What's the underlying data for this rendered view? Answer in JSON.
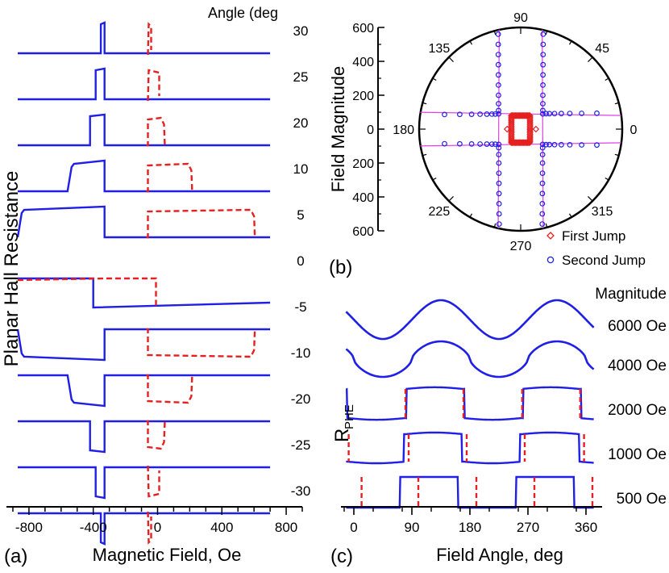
{
  "chart_data": [
    {
      "panel": "(a)",
      "type": "line",
      "xlabel": "Magnetic Field, Oe",
      "ylabel": "Planar Hall Resistance",
      "xlim": [
        -940,
        900
      ],
      "x_ticks": [
        "-800",
        "-400",
        "0",
        "400",
        "800"
      ],
      "x_tick_values": [
        -800,
        -400,
        0,
        400,
        800
      ],
      "angle_header": "Angle (deg",
      "colors": {
        "blue_series": "#1f1fe6",
        "red_dashed_series": "#e62020"
      },
      "traces": [
        {
          "angle": "30",
          "blue": {
            "start": -353,
            "end": -330,
            "sign": 1
          },
          "red": {
            "start": -60,
            "end": -40,
            "sign": 1
          }
        },
        {
          "angle": "25",
          "blue": {
            "start": -385,
            "end": -330,
            "sign": 1
          },
          "red": {
            "start": -60,
            "end": 10,
            "sign": 1
          }
        },
        {
          "angle": "20",
          "blue": {
            "start": -420,
            "end": -330,
            "sign": 1
          },
          "red": {
            "start": -60,
            "end": 40,
            "sign": 1
          }
        },
        {
          "angle": "10",
          "blue": {
            "start": -560,
            "end": -330,
            "sign": 1
          },
          "red": {
            "start": -60,
            "end": 210,
            "sign": 1
          }
        },
        {
          "angle": "5",
          "blue": {
            "start": -870,
            "end": -330,
            "sign": 1
          },
          "red": {
            "start": -60,
            "end": 600,
            "sign": 1
          }
        },
        {
          "angle": "0",
          "blue": {
            "start": -400,
            "end": 700,
            "sign": -1
          },
          "red": {
            "start": -860,
            "end": -10,
            "sign": 1
          }
        },
        {
          "angle": "-5",
          "blue": {
            "start": -870,
            "end": -330,
            "sign": -1
          },
          "red": {
            "start": -60,
            "end": 600,
            "sign": -1
          }
        },
        {
          "angle": "-10",
          "blue": {
            "start": -560,
            "end": -330,
            "sign": -1
          },
          "red": {
            "start": -60,
            "end": 210,
            "sign": -1
          }
        },
        {
          "angle": "-20",
          "blue": {
            "start": -420,
            "end": -330,
            "sign": -1
          },
          "red": {
            "start": -60,
            "end": 40,
            "sign": -1
          }
        },
        {
          "angle": "-25",
          "blue": {
            "start": -385,
            "end": -330,
            "sign": -1
          },
          "red": {
            "start": -60,
            "end": 10,
            "sign": -1
          }
        },
        {
          "angle": "-30",
          "blue": {
            "start": -353,
            "end": -330,
            "sign": -1
          },
          "red": {
            "start": -60,
            "end": -40,
            "sign": -1
          }
        }
      ]
    },
    {
      "panel": "(b)",
      "type": "scatter",
      "subtype": "polar",
      "ylabel": "Field Magnitude",
      "r_max": 600,
      "y_ticks": [
        "600",
        "400",
        "200",
        "0",
        "200",
        "400",
        "600"
      ],
      "angle_labels": [
        {
          "deg": 90,
          "label": "90"
        },
        {
          "deg": 135,
          "label": "135"
        },
        {
          "deg": 45,
          "label": "45"
        },
        {
          "deg": 180,
          "label": "180"
        },
        {
          "deg": 0,
          "label": "0"
        },
        {
          "deg": 225,
          "label": "225"
        },
        {
          "deg": 270,
          "label": "270"
        },
        {
          "deg": 315,
          "label": "315"
        }
      ],
      "fit_line_color": "#e040e0",
      "fit_lines": {
        "vertical_x": [
          -130,
          130
        ],
        "horizontal_y": [
          -90,
          90
        ]
      },
      "legend": [
        {
          "label": "First Jump",
          "marker": "diamond",
          "color": "#e62020"
        },
        {
          "label": "Second Jump",
          "marker": "circle",
          "color": "#2020e6"
        }
      ],
      "first_jump_box": {
        "x_range": [
          -55,
          55
        ],
        "y_range": [
          -80,
          80
        ]
      },
      "first_jump_outliers": [
        [
          -80,
          0
        ],
        [
          90,
          0
        ]
      ],
      "second_jump_vertical_y": [
        -560,
        -500,
        -440,
        -380,
        -320,
        -260,
        -200,
        -150,
        -110,
        -90,
        90,
        110,
        150,
        200,
        260,
        320,
        380,
        440,
        500,
        560
      ],
      "second_jump_horizontal_x": [
        -450,
        -360,
        -290,
        -240,
        -200,
        -170,
        -150,
        150,
        170,
        200,
        240,
        290,
        360,
        450
      ]
    },
    {
      "panel": "(c)",
      "type": "line",
      "xlabel": "Field Angle, deg",
      "ylabel_main": "R",
      "ylabel_sub": "PHE",
      "xlim": [
        -20,
        385
      ],
      "x_ticks": [
        "0",
        "90",
        "180",
        "270",
        "360"
      ],
      "x_tick_values": [
        0,
        90,
        180,
        270,
        360
      ],
      "magnitude_header": "Magnitude",
      "label_color": "#1e8c1e",
      "curves": [
        {
          "label": "6000 Oe",
          "kind": "sine",
          "sharp": 1.0
        },
        {
          "label": "4000 Oe",
          "kind": "sine",
          "sharp": 1.6
        },
        {
          "label": "2000 Oe",
          "kind": "square",
          "round": 9,
          "up": [
            82,
            263
          ],
          "down": [
            -10,
            172,
            353
          ],
          "red_up": [
            80,
            261
          ],
          "red_down": [
            170,
            351
          ]
        },
        {
          "label": "1000 Oe",
          "kind": "square",
          "round": 4,
          "up": [
            78,
            258
          ],
          "down": [
            -14,
            168,
            350
          ],
          "red_up": [
            85,
            265
          ],
          "red_down": [
            -8,
            175,
            357
          ]
        },
        {
          "label": "500 Oe",
          "kind": "square",
          "round": 2,
          "up": [
            72,
            252
          ],
          "down": [
            -20,
            162,
            342
          ],
          "red_up": [
            100,
            280
          ],
          "red_down": [
            12,
            190,
            370
          ]
        }
      ]
    }
  ],
  "panel_labels": {
    "a": "(a)",
    "b": "(b)",
    "c": "(c)"
  }
}
